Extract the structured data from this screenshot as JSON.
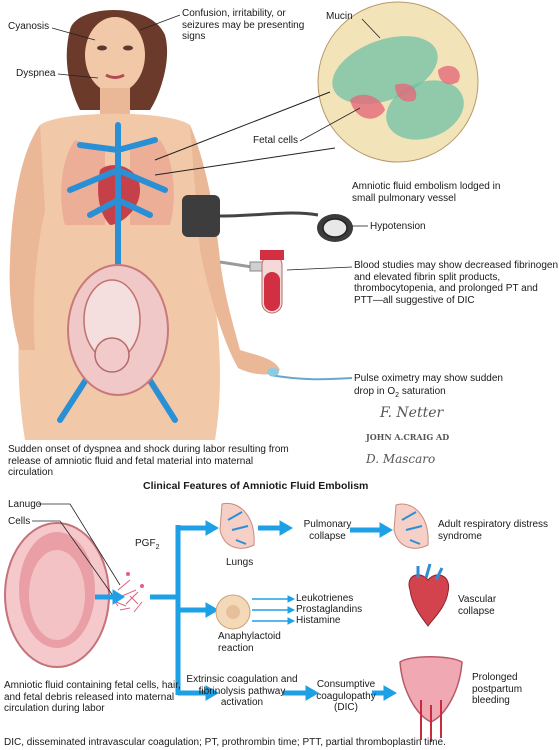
{
  "top": {
    "cyanosis": "Cyanosis",
    "confusion": "Confusion, irritability, or seizures may be presenting signs",
    "dyspnea": "Dyspnea",
    "mucin": "Mucin",
    "fetal_cells": "Fetal cells",
    "embolism": "Amniotic fluid embolism lodged in small pulmonary vessel",
    "hypotension": "Hypotension",
    "blood_studies": "Blood studies may show decreased fibrinogen and elevated fibrin split products, thrombocytopenia, and prolonged PT and PTT—all suggestive of DIC",
    "pulse_oximetry_1": "Pulse oximetry may show sudden",
    "pulse_oximetry_2": "drop in O",
    "pulse_oximetry_sub": "2",
    "pulse_oximetry_3": " saturation",
    "onset": "Sudden onset of dyspnea and shock during labor resulting from release of amniotic fluid and fetal material into maternal circulation",
    "sig1": "F. Netter",
    "sig2": "JOHN A.CRAIG AD",
    "sig3": "D. Mascaro"
  },
  "title": "Clinical Features of Amniotic Fluid Embolism",
  "bottom": {
    "lanugo": "Lanugo",
    "cells": "Cells",
    "pgf": "PGF",
    "pgf_sub": "2",
    "lungs": "Lungs",
    "pulmonary_collapse": "Pulmonary collapse",
    "ards": "Adult respiratory distress syndrome",
    "leukotrienes": "Leukotrienes",
    "prostaglandins": "Prostaglandins",
    "histamine": "Histamine",
    "anaphylactoid": "Anaphylactoid reaction",
    "vascular_collapse": "Vascular collapse",
    "extrinsic": "Extrinsic coagulation and fibrinolysis pathway activation",
    "consumptive": "Consumptive coagulopathy (DIC)",
    "postpartum": "Prolonged postpartum bleeding",
    "amniotic_fluid": "Amniotic fluid containing fetal cells, hair, and fetal debris released into maternal circulation during labor"
  },
  "footnote": "DIC, disseminated intravascular coagulation; PT, prothrombin time; PTT, partial thromboplastin time.",
  "colors": {
    "skin": "#f2c9a8",
    "skin_shade": "#e3a988",
    "vein_blue": "#2b8fd6",
    "arrow_blue": "#1ea0e6",
    "uterus_red": "#e07a85",
    "mucin_green": "#6fc2a5",
    "micro_bg": "#f3e3b8"
  }
}
